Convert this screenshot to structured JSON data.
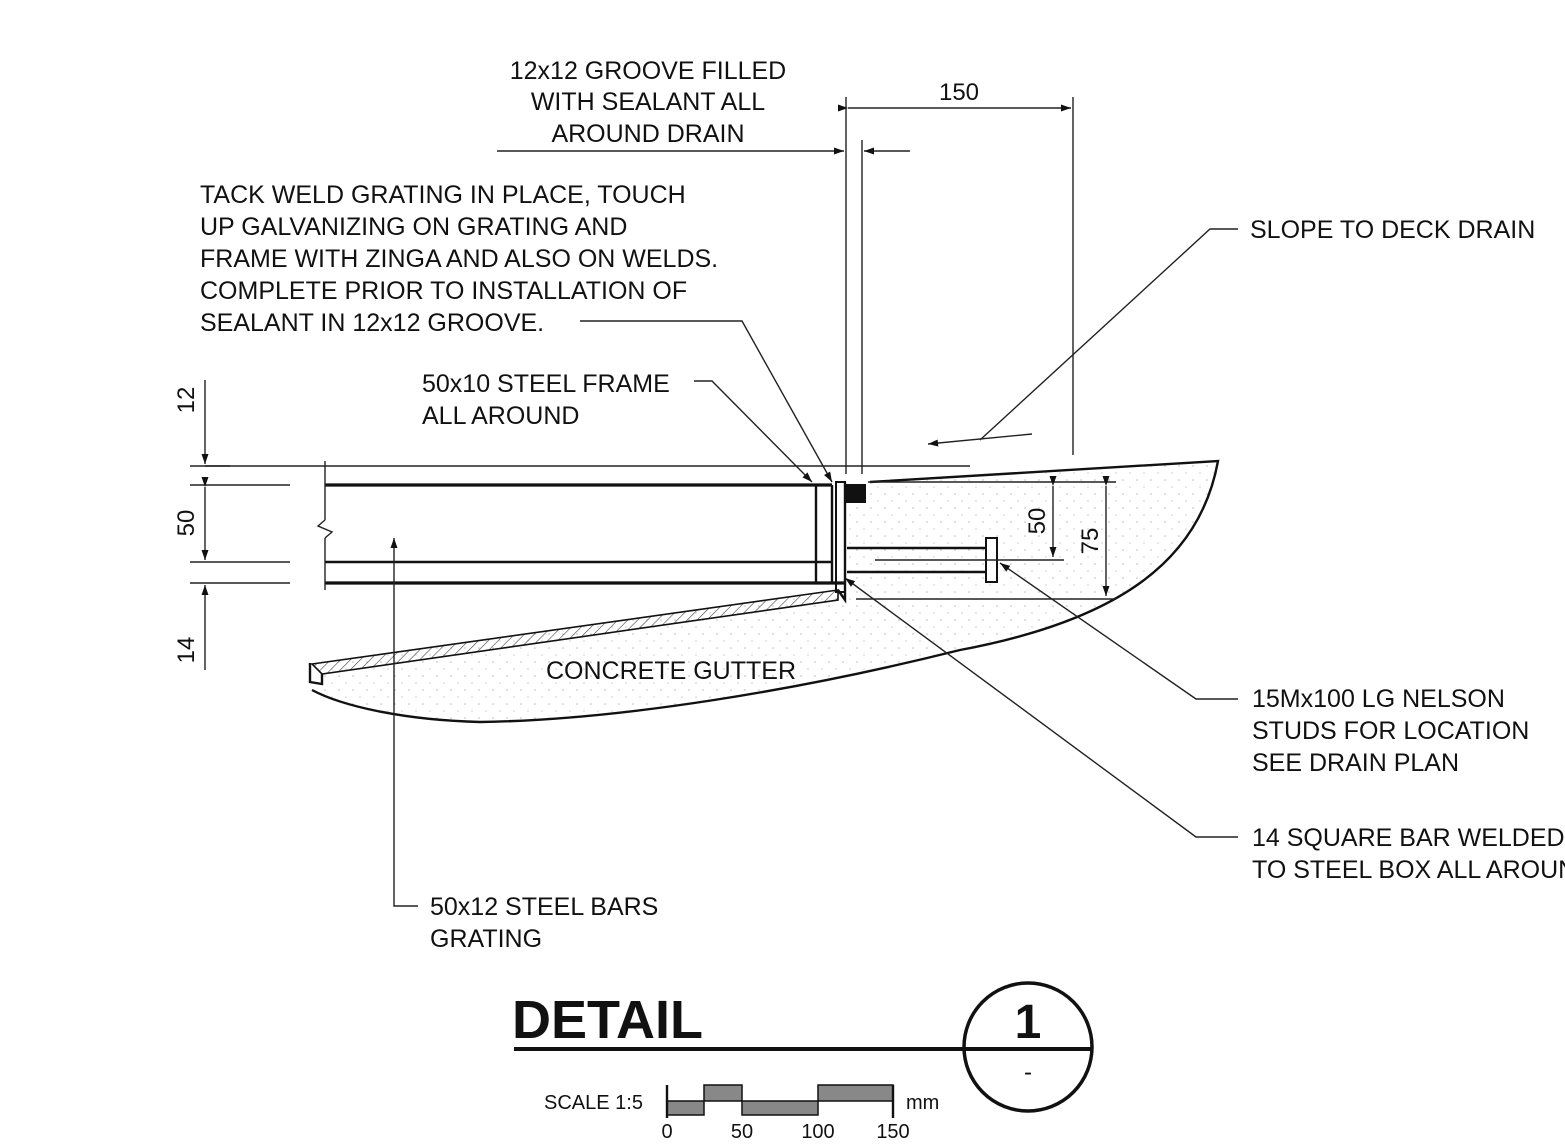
{
  "notes": {
    "groove": [
      "12x12 GROOVE FILLED",
      "WITH SEALANT ALL",
      "AROUND DRAIN"
    ],
    "tack_weld": [
      "TACK WELD GRATING IN PLACE, TOUCH",
      "UP GALVANIZING ON GRATING AND",
      "FRAME WITH ZINGA AND ALSO ON WELDS.",
      "COMPLETE PRIOR TO INSTALLATION OF",
      "SEALANT IN 12x12 GROOVE."
    ],
    "slope": "SLOPE TO DECK DRAIN",
    "steel_frame": [
      "50x10 STEEL FRAME",
      "ALL AROUND"
    ],
    "concrete": "CONCRETE GUTTER",
    "studs": [
      "15Mx100 LG NELSON",
      "STUDS FOR LOCATION",
      "SEE DRAIN PLAN"
    ],
    "square_bar": [
      "14 SQUARE BAR WELDED",
      "TO STEEL BOX ALL AROUND"
    ],
    "steel_bars": [
      "50x12 STEEL BARS",
      "GRATING"
    ]
  },
  "dimensions": {
    "top": "150",
    "left_top": "12",
    "left_mid": "50",
    "left_bottom": "14",
    "right_inner": "50",
    "right_outer": "75"
  },
  "title_block": {
    "title": "DETAIL",
    "detail_number": "1",
    "sheet_ref": "-",
    "scale_label": "SCALE 1:5",
    "scale_unit": "mm",
    "scale_ticks": [
      "0",
      "50",
      "100",
      "150"
    ]
  }
}
